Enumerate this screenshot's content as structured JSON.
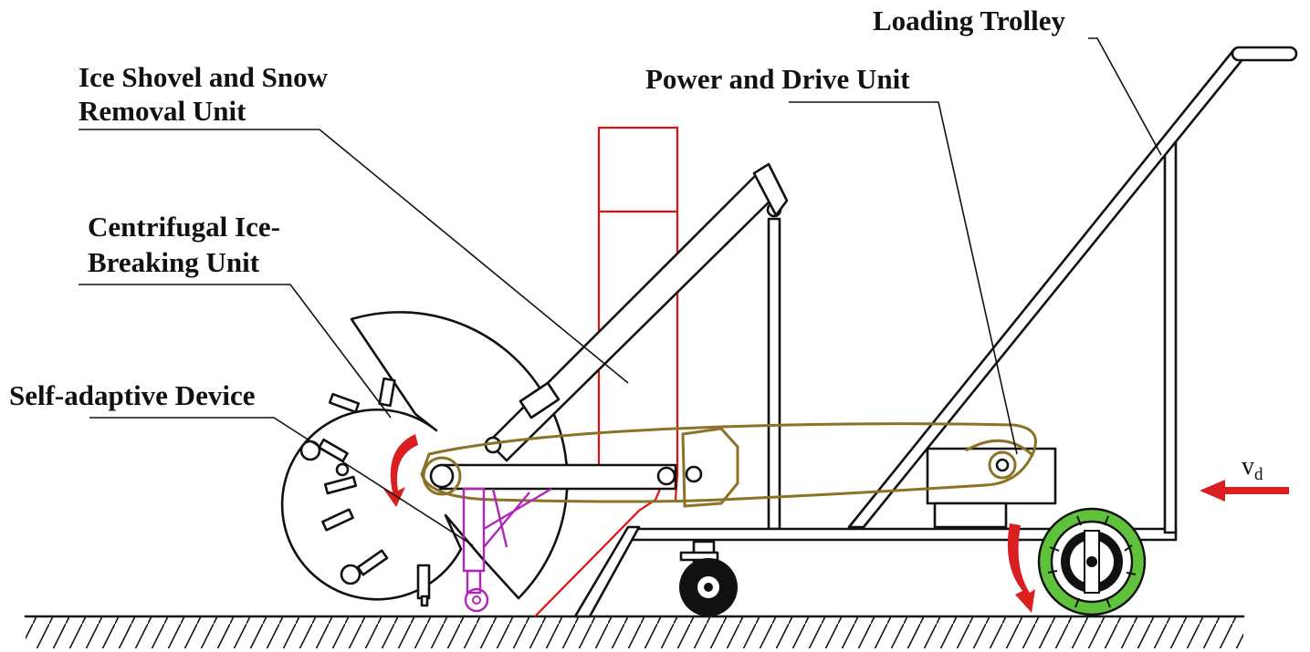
{
  "labels": {
    "loading_trolley": "Loading Trolley",
    "power_drive_unit": "Power and Drive Unit",
    "ice_shovel_line1": "Ice Shovel and Snow",
    "ice_shovel_line2": "Removal Unit",
    "centrifugal_line1": "Centrifugal Ice-",
    "centrifugal_line2": "Breaking Unit",
    "self_adaptive": "Self-adaptive Device",
    "velocity_symbol": "v",
    "velocity_subscript": "d"
  },
  "colors": {
    "outline": "#111111",
    "ice_shovel_frame": "#e01010",
    "belt_drive": "#8a7326",
    "self_adaptive_device": "#b026b8",
    "rear_wheel_tire": "#5fc23a",
    "motion_arrows": "#d91f1f"
  }
}
